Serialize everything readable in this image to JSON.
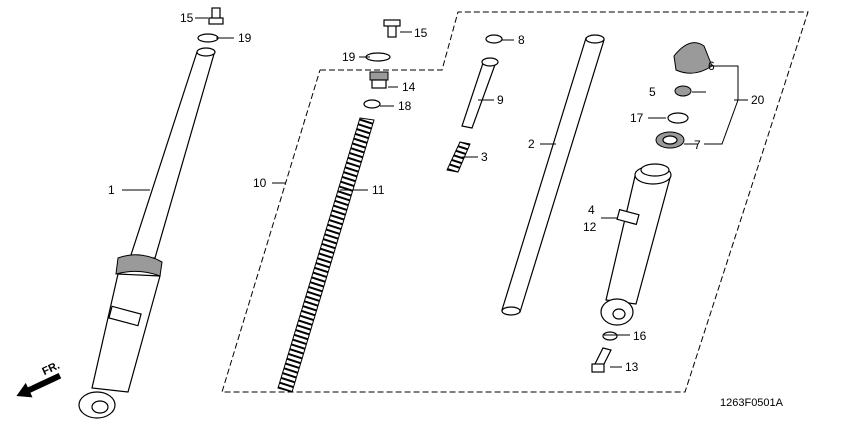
{
  "diagram_code": "1263F0501A",
  "direction_label": "FR.",
  "callouts": {
    "p1": "1",
    "p2": "2",
    "p3": "3",
    "p4": "4",
    "p5": "5",
    "p6": "6",
    "p7": "7",
    "p8": "8",
    "p9": "9",
    "p10": "10",
    "p11": "11",
    "p12": "12",
    "p13": "13",
    "p14": "14",
    "p15a": "15",
    "p15b": "15",
    "p16": "16",
    "p17": "17",
    "p18": "18",
    "p19a": "19",
    "p19b": "19",
    "p20": "20"
  }
}
